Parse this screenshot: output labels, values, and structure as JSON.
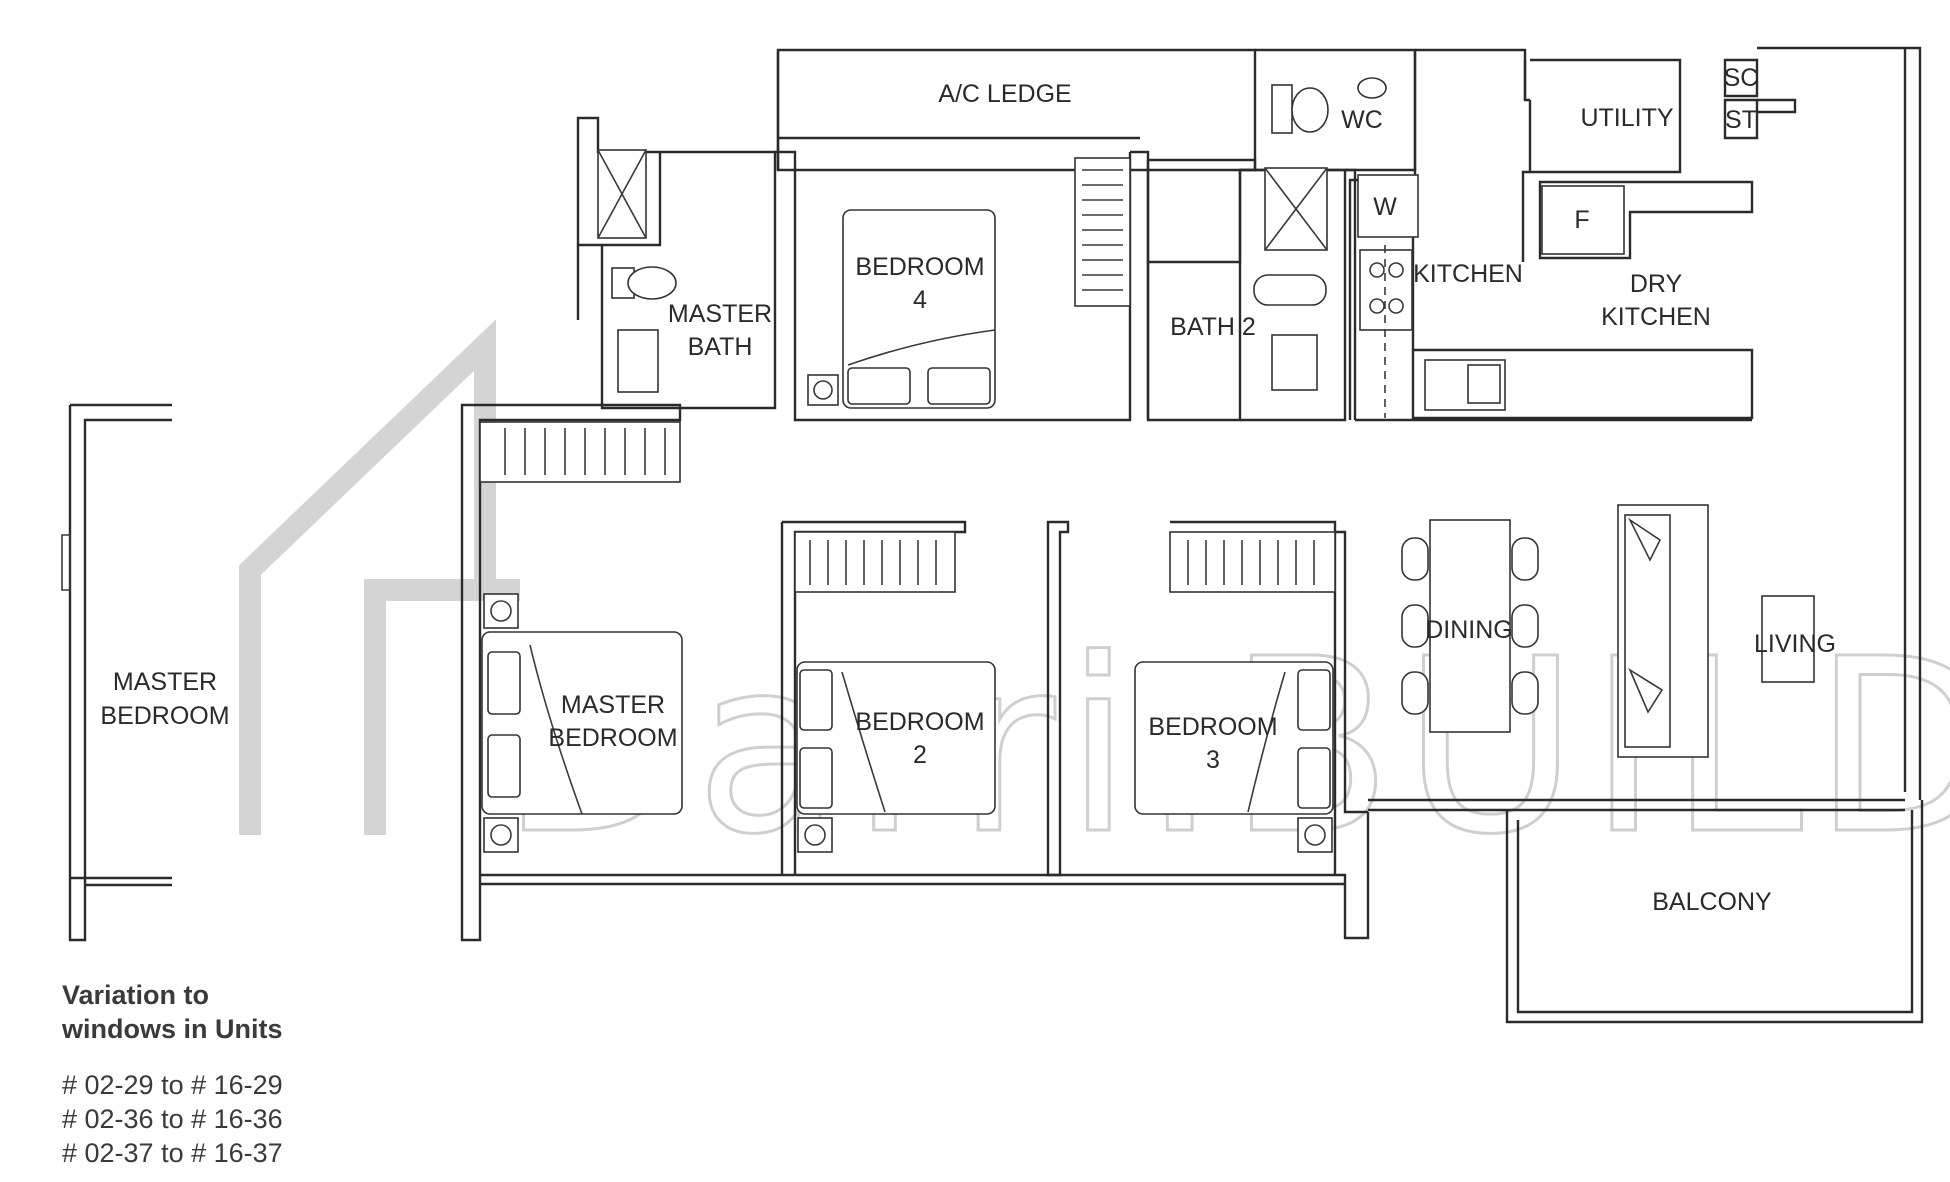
{
  "watermark": "Darri.BUILD",
  "rooms": {
    "ac_ledge": "A/C LEDGE",
    "wc": "WC",
    "utility": "UTILITY",
    "sc": "SC",
    "st": "ST",
    "bedroom4": [
      "BEDROOM",
      "4"
    ],
    "master_bath": [
      "MASTER",
      "BATH"
    ],
    "bath2": "BATH 2",
    "kitchen": "KITCHEN",
    "dry_kitchen": [
      "DRY",
      "KITCHEN"
    ],
    "washer": "W",
    "fridge": "F",
    "master_bedroom": [
      "MASTER",
      "BEDROOM"
    ],
    "bedroom2": [
      "BEDROOM",
      "2"
    ],
    "bedroom3": [
      "BEDROOM",
      "3"
    ],
    "dining": "DINING",
    "living": "LIVING",
    "balcony": "BALCONY",
    "variation_master_bedroom": [
      "MASTER",
      "BEDROOM"
    ]
  },
  "notes": {
    "title_line1": "Variation to",
    "title_line2": "windows in Units",
    "units": [
      "# 02-29 to # 16-29",
      "# 02-36 to # 16-36",
      "# 02-37 to # 16-37"
    ]
  }
}
